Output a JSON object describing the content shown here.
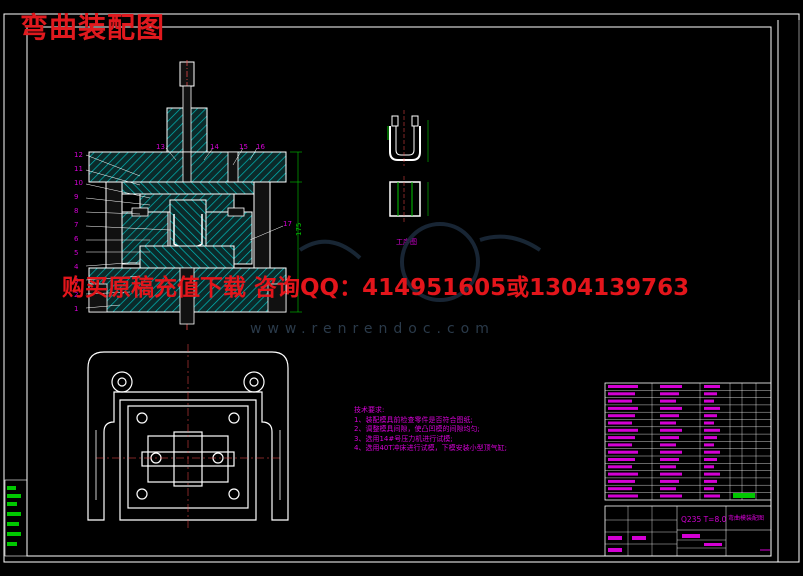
{
  "header": {
    "title": "弯曲装配图"
  },
  "watermark": {
    "ad_text": "购买原稿充值下载  咨询QQ：414951605或1304139763",
    "url": "www.renrendoc.com"
  },
  "part_labels": {
    "left": [
      "12",
      "11",
      "10",
      "9",
      "8",
      "7",
      "6",
      "5",
      "4",
      "3",
      "2",
      "1"
    ],
    "top": [
      "13",
      "14",
      "15",
      "16"
    ],
    "right": [
      "17"
    ]
  },
  "dimensions": {
    "height_main": "175"
  },
  "part_view": {
    "label": "工序图"
  },
  "technical_requirements": {
    "heading": "技术要求:",
    "items": [
      "1、装配模具前检查零件是否符合图纸;",
      "2、调整模具间隙，使凸凹模的间隙均匀;",
      "3、选用14#号压力机进行试模;",
      "4、选用40T冲床进行试模，下模安装小型顶气缸;"
    ]
  },
  "title_block": {
    "material": "Q235  T=8.0",
    "name": "弯曲模装配图"
  },
  "colors": {
    "background": "#000000",
    "frame": "#ffffff",
    "hatch": "#00c8c8",
    "magenta": "#d400d4",
    "green": "#00c800",
    "red_text": "#e3151b"
  }
}
